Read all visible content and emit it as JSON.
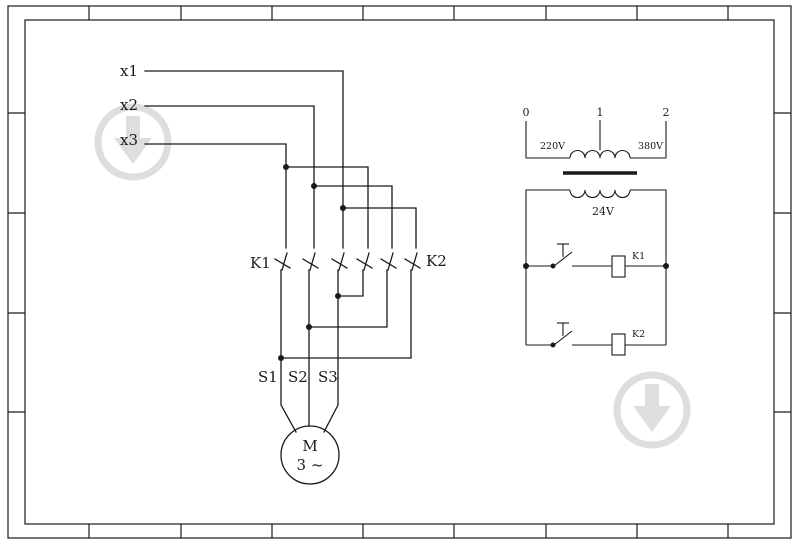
{
  "terminals": {
    "x1": "x1",
    "x2": "x2",
    "x3": "x3"
  },
  "contactors": {
    "k1": "K1",
    "k2": "K2"
  },
  "motor_terminals": {
    "s1": "S1",
    "s2": "S2",
    "s3": "S3"
  },
  "motor": {
    "line1": "M",
    "line2": "3 ~"
  },
  "transformer": {
    "tap0": "0",
    "tap1": "1",
    "tap2": "2",
    "primary_low": "220V",
    "primary_high": "380V",
    "secondary": "24V"
  },
  "control": {
    "coil1": "K1",
    "coil2": "K2"
  },
  "watermark_icon": "download-arrow-icon"
}
